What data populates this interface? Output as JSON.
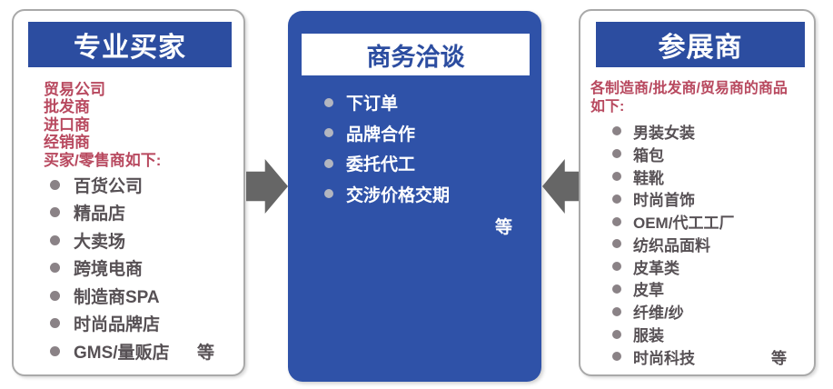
{
  "diagram": {
    "left_panel": {
      "title": "专业买家",
      "intro_lines": [
        "贸易公司",
        "批发商",
        "进口商",
        "经销商",
        "买家/零售商如下:"
      ],
      "items": [
        "百货公司",
        "精品店",
        "大卖场",
        "跨境电商",
        "制造商SPA",
        "时尚品牌店",
        "GMS/量贩店"
      ],
      "etc_label": "等"
    },
    "center_panel": {
      "title": "商务洽谈",
      "items": [
        "下订单",
        "品牌合作",
        "委托代工",
        "交涉价格交期"
      ],
      "etc_label": "等"
    },
    "right_panel": {
      "title": "参展商",
      "intro_lines": [
        "各制造商/批发商/贸易商的商品",
        "如下:"
      ],
      "items": [
        "男装女装",
        "箱包",
        "鞋靴",
        "时尚首饰",
        "OEM/代工工厂",
        "纺织品面料",
        "皮革类",
        "皮草",
        "纤维/纱",
        "服装",
        "时尚科技"
      ],
      "etc_label": "等"
    },
    "icons": {
      "left_arrow": "arrow-right-icon",
      "right_arrow": "arrow-left-icon",
      "bullet": "bullet-dot-icon"
    },
    "colors": {
      "panel_blue": "#2f52a8",
      "header_blue": "#2c4da0",
      "accent_red": "#b8495f",
      "list_text_gray": "#575155",
      "bullet_gray": "#8a8286",
      "center_bullet_gray": "#b3b6c0",
      "arrow_gray": "#666666",
      "panel_border_gray": "#a9a9a9"
    }
  }
}
